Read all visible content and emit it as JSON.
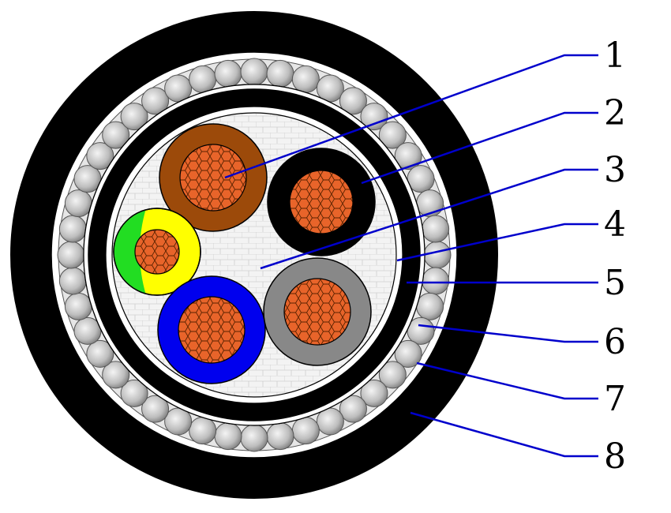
{
  "colors": {
    "outer_sheath": "#000000",
    "bedding": "#ffffff",
    "armour_wire": "#c8c8c8",
    "inner_sheath": "#000000",
    "filler": "#f2f2f2",
    "copper": "#e8642a",
    "leader_line": "#0000cc"
  },
  "cores": [
    {
      "name": "brown-core",
      "insulation": "#9c4a0a"
    },
    {
      "name": "black-core",
      "insulation": "#000000"
    },
    {
      "name": "green-yellow-core",
      "insulation": "#ffff00",
      "stripe": "#22dd22"
    },
    {
      "name": "blue-core",
      "insulation": "#0000ee"
    },
    {
      "name": "grey-core",
      "insulation": "#888888"
    }
  ],
  "callouts": [
    {
      "label": "1"
    },
    {
      "label": "2"
    },
    {
      "label": "3"
    },
    {
      "label": "4"
    },
    {
      "label": "5"
    },
    {
      "label": "6"
    },
    {
      "label": "7"
    },
    {
      "label": "8"
    }
  ]
}
